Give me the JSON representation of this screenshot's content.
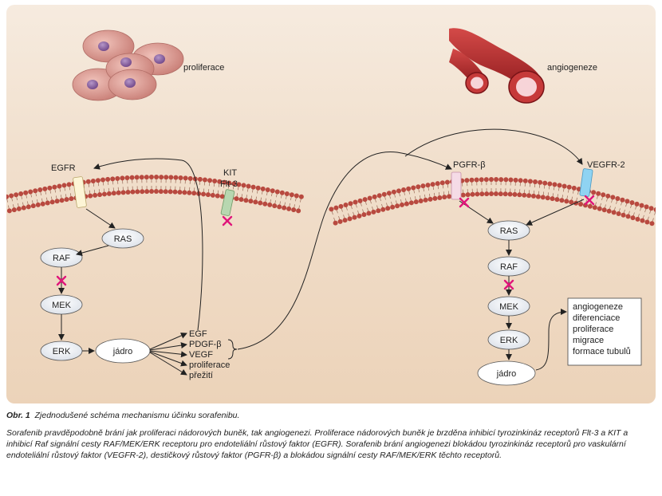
{
  "labels": {
    "proliferace_top": "proliferace",
    "angiogeneze_top": "angiogeneze",
    "egfr": "EGFR",
    "kit": "KIT",
    "flt3": "Flt-3",
    "pgfr": "PGFR-β",
    "vegfr2": "VEGFR-2"
  },
  "left_path": {
    "ras": "RAS",
    "raf": "RAF",
    "mek": "MEK",
    "erk": "ERK",
    "nucleus": "jádro",
    "outputs": [
      "EGF",
      "PDGF-β",
      "VEGF",
      "proliferace",
      "přežití"
    ]
  },
  "right_path": {
    "ras": "RAS",
    "raf": "RAF",
    "mek": "MEK",
    "erk": "ERK",
    "nucleus": "jádro",
    "outcomes": [
      "angiogeneze",
      "diferenciace",
      "proliferace",
      "migrace",
      "formace tubulů"
    ]
  },
  "caption": {
    "figure_no": "Obr. 1",
    "title": "Zjednodušené schéma mechanismu účinku sorafenibu.",
    "body": "Sorafenib pravděpodobně brání jak proliferaci nádorových buněk, tak angiogenezi. Proliferace nádorových buněk je brzděna inhibicí tyrozinkináz receptorů Flt-3 a KIT a inhibicí Raf signální cesty RAF/MEK/ERK receptoru pro endoteliální růstový faktor (EGFR). Sorafenib brání angiogenezi blokádou tyrozinkináz receptorů pro vaskulární endoteliální růstový faktor (VEGFR-2), destičkový růstový faktor (PGFR-β) a blokádou signální cesty RAF/MEK/ERK těchto receptorů."
  },
  "colors": {
    "membrane_head": "#b8493f",
    "inhibitor_x": "#e0157a",
    "cell": "#d99a92",
    "nucleus": "#8a5aa0",
    "vessel": "#b3262a"
  }
}
